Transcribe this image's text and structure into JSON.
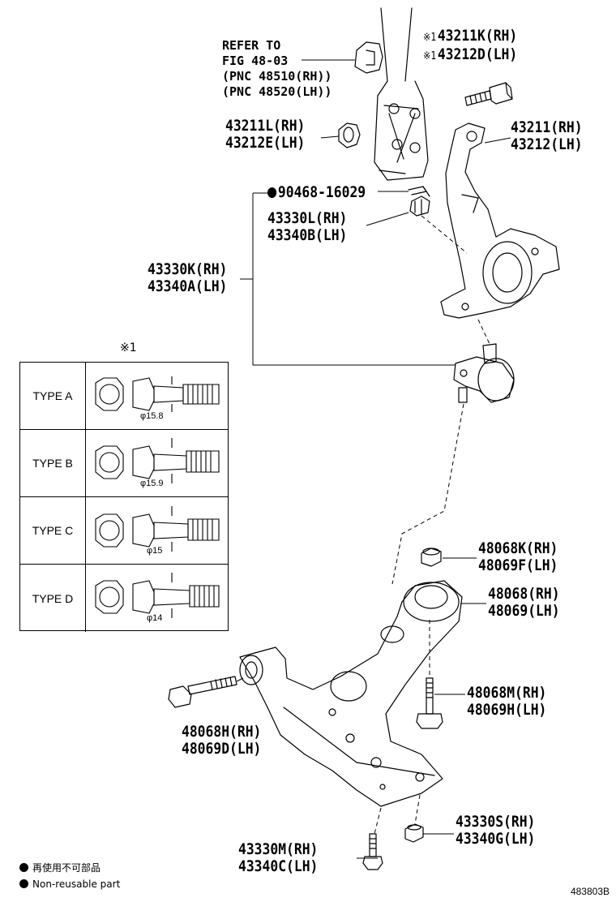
{
  "reference": {
    "lines": [
      "REFER TO",
      "FIG 48-03",
      "(PNC 48510(RH))",
      "(PNC 48520(LH))"
    ]
  },
  "mark_note": "※1",
  "parts": {
    "bolt_43211k": {
      "rh": "43211K(RH)",
      "lh": "43212D(LH)"
    },
    "nut_43211l": {
      "rh": "43211L(RH)",
      "lh": "43212E(LH)"
    },
    "knuckle_43211": {
      "rh": "43211(RH)",
      "lh": "43212(LH)"
    },
    "pin_90468": {
      "code": "90468-16029"
    },
    "nut_43330l": {
      "rh": "43330L(RH)",
      "lh": "43340B(LH)"
    },
    "ball_joint_43330k": {
      "rh": "43330K(RH)",
      "lh": "43340A(LH)"
    },
    "nut_48068k": {
      "rh": "48068K(RH)",
      "lh": "48069F(LH)"
    },
    "bushing_48068": {
      "rh": "48068(RH)",
      "lh": "48069(LH)"
    },
    "bolt_48068m": {
      "rh": "48068M(RH)",
      "lh": "48069H(LH)"
    },
    "bolt_48068h": {
      "rh": "48068H(RH)",
      "lh": "48069D(LH)"
    },
    "nut_43330s": {
      "rh": "43330S(RH)",
      "lh": "43340G(LH)"
    },
    "bolt_43330m": {
      "rh": "43330M(RH)",
      "lh": "43340C(LH)"
    }
  },
  "type_table": {
    "mark": "※1",
    "rows": [
      {
        "type": "TYPE A",
        "diameter": "φ15.8"
      },
      {
        "type": "TYPE B",
        "diameter": "φ15.9"
      },
      {
        "type": "TYPE C",
        "diameter": "φ15"
      },
      {
        "type": "TYPE D",
        "diameter": "φ14"
      }
    ]
  },
  "legend": {
    "japanese": "再使用不可部品",
    "english": "Non-reusable part"
  },
  "figure_code": "483803B"
}
